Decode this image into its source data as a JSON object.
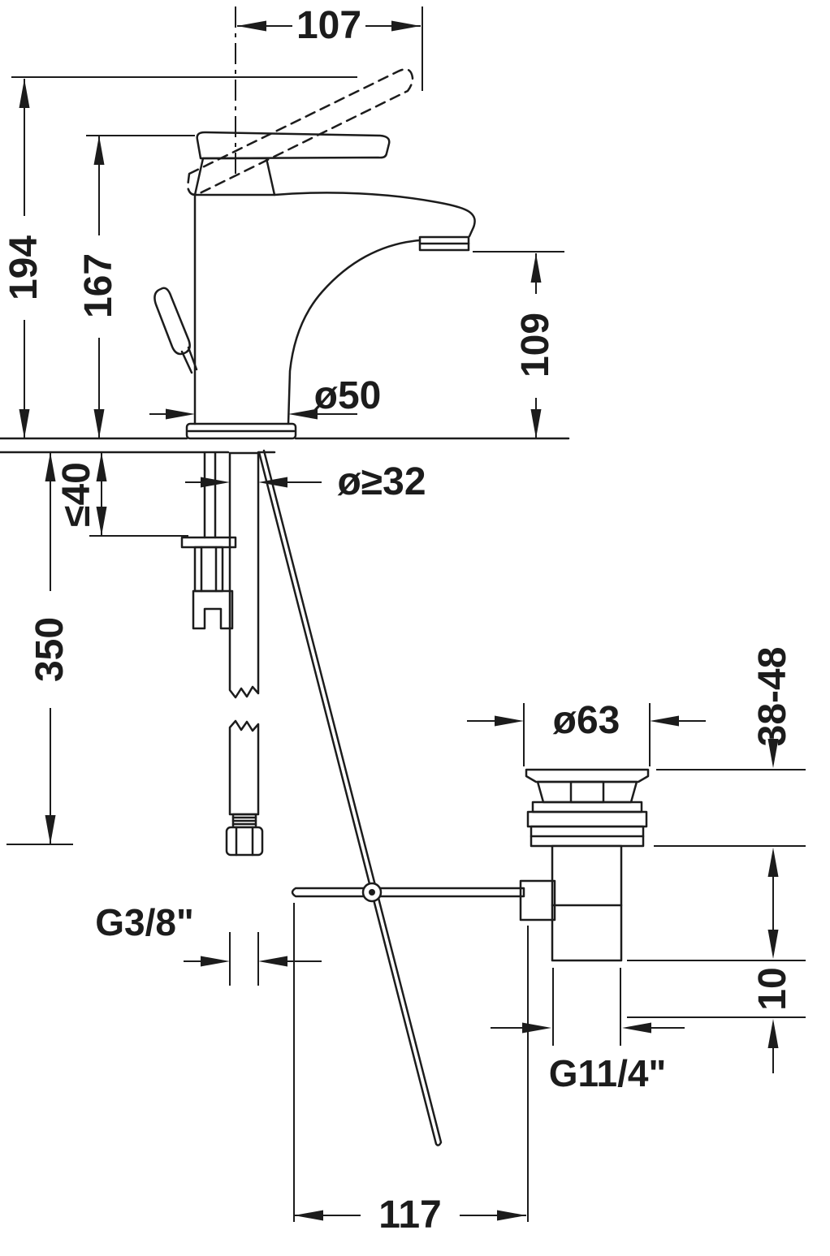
{
  "colors": {
    "line": "#1c1c1c",
    "background": "#ffffff"
  },
  "dim": {
    "spout_reach": "107",
    "height_open": "194",
    "height_handle": "167",
    "spout_height": "109",
    "base_diameter": "ø50",
    "hole_diameter": "ø≥32",
    "max_deck": "≤40",
    "hose_length": "350",
    "waste_flange_diameter": "ø63",
    "waste_height_range": "38-48",
    "supply_thread": "G3/8\"",
    "waste_gap": "10",
    "waste_thread": "G11/4\"",
    "lever_reach": "117"
  }
}
